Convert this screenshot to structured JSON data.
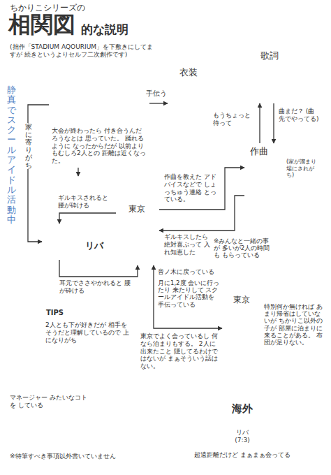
{
  "diagram": {
    "title": "相関図",
    "nodes": [
      {
        "text": [
          "静真でスクールアイドル活動中"
        ]
      },
      {
        "text": [
          "大会が終わったら 付き合うんだろうなとは 思っていた。 踊れるように なったからだが 以前よりもむしろ2人との 距離は近くなった。"
        ],
        "in": 0
      },
      {
        "text": [
          "衣装"
        ],
        "in": 0
      },
      {
        "text": [
          "歌詞"
        ],
        "in": 0
      },
      {
        "text": [
          "作曲",
          "(家が溜まり場にされがち)"
        ],
        "in": 0
      },
      {
        "text": [
          "リバ"
        ]
      },
      {
        "text": [],
        "in": 5
      },
      {
        "text": [
          "東京"
        ],
        "in": 5
      },
      {
        "text": [
          "東京",
          "特別何か無ければ あまり帰省はしていないが ちかりこ以外の子が 部屋に泊まりに 来ることがある。 布団が足りない。"
        ]
      },
      {
        "text": [
          "TIPS",
          "2人とも下が好きだが 相手をそうだと理解しているので 上になりがち"
        ]
      },
      {
        "text": [
          "マネージャー みたいなコトを している"
        ]
      },
      {
        "text": [
          "海外",
          "リバ (7:3)",
          "超遠距離だけど まぁまぁ会ってる"
        ]
      }
    ],
    "edges": [
      {
        "from": 1,
        "to": 2,
        "label": "手伝う",
        "arrow": "to"
      },
      {
        "from": 1,
        "to": 6,
        "label": "家に寄りがち",
        "arrow": "to"
      },
      {
        "from": 1,
        "to": 5,
        "arrow": "to"
      },
      {
        "from": 3,
        "to": 4,
        "label": "曲まだ？ (曲先でやってる)",
        "arrow": "to"
      },
      {
        "from": 4,
        "to": 3,
        "label": "もうちょっと 待って",
        "arrow": "to"
      },
      {
        "from": 7,
        "to": 4,
        "label": "作曲を教えた アドバイスなどで しょっちゅう連絡 とっている。",
        "arrow": "to"
      },
      {
        "from": 4,
        "to": 7,
        "label": "ギルキスしたら 絶対喜ぶって 入れ知恵した",
        "arrow": "to"
      },
      {
        "from": 7,
        "to": 6,
        "label": "ギルキスされると 腰が砕ける",
        "arrow": "to"
      },
      {
        "from": 6,
        "to": 7,
        "label": "耳元でささやかれると 腰が砕ける",
        "arrow": "to"
      },
      {
        "from": 7,
        "to": 8,
        "label": "東京でよく会っているし 何なら泊まりもする。 2人に出来たこと 隠してるわけではないが まぁそういう話はない。",
        "arrow": "both"
      }
    ],
    "labels": [
      "ちかりこシリーズの",
      "的な説明",
      "(拙作「STADIUM AQOURIUM」を下敷きにしてますが 続きというよりセルフ二次創作です)",
      "音ノ木に戻っている",
      "月に1,2度 会いに行ったり 来たりして スクールアイドル活動を 手伝っている",
      "※みんなと一緒の事が 多いが2人の時間も もらっている",
      "※特筆すべき事項以外書いていません"
    ]
  }
}
